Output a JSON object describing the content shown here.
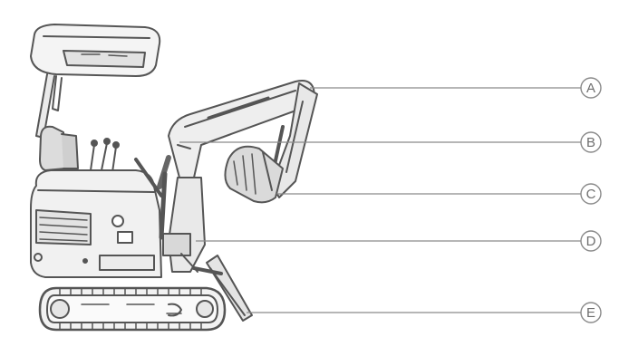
{
  "callouts": [
    {
      "letter": "A"
    },
    {
      "letter": "B"
    },
    {
      "letter": "C"
    },
    {
      "letter": "D"
    },
    {
      "letter": "E"
    }
  ],
  "colors": {
    "line": "#8a8a8a",
    "sketch": "#555555",
    "background": "#ffffff"
  }
}
